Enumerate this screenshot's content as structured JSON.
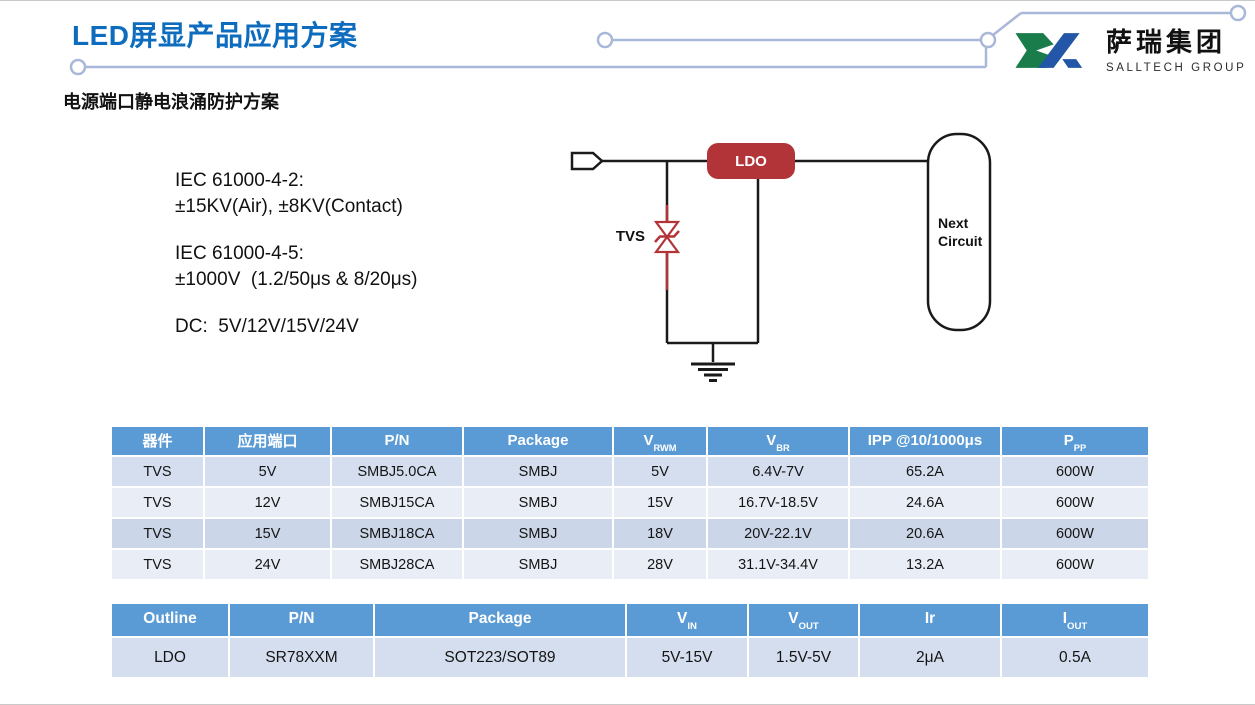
{
  "slide": {
    "title": "LED屏显产品应用方案",
    "subtitle": "电源端口静电浪涌防护方案"
  },
  "logo": {
    "name_cn": "萨瑞集团",
    "name_en": "SALLTECH GROUP"
  },
  "colors": {
    "title_blue": "#0d6cbe",
    "table_header_blue": "#5b9bd5",
    "tvs_red": "#b23438",
    "deco_line": "#a9b7d8",
    "logo_green": "#1a7c4b",
    "logo_blue": "#2356a6"
  },
  "specs": {
    "esd_standard": "IEC 61000-4-2:",
    "esd_value": "±15KV(Air), ±8KV(Contact)",
    "surge_standard": "IEC 61000-4-5:",
    "surge_value": "±1000V  (1.2/50μs & 8/20μs)",
    "dc_line": "DC:  5V/12V/15V/24V"
  },
  "circuit": {
    "tvs_label": "TVS",
    "ldo_label": "LDO",
    "next_circuit_line1": "Next",
    "next_circuit_line2": "Circuit"
  },
  "tvs_table": {
    "columns": [
      {
        "main": "器件",
        "sub": ""
      },
      {
        "main": "应用端口",
        "sub": ""
      },
      {
        "main": "P/N",
        "sub": ""
      },
      {
        "main": "Package",
        "sub": ""
      },
      {
        "main": "V",
        "sub": "RWM"
      },
      {
        "main": "V",
        "sub": "BR"
      },
      {
        "main": "IPP @10/1000μs",
        "sub": ""
      },
      {
        "main": "P",
        "sub": "PP"
      }
    ],
    "rows": [
      [
        "TVS",
        "5V",
        "SMBJ5.0CA",
        "SMBJ",
        "5V",
        "6.4V-7V",
        "65.2A",
        "600W"
      ],
      [
        "TVS",
        "12V",
        "SMBJ15CA",
        "SMBJ",
        "15V",
        "16.7V-18.5V",
        "24.6A",
        "600W"
      ],
      [
        "TVS",
        "15V",
        "SMBJ18CA",
        "SMBJ",
        "18V",
        "20V-22.1V",
        "20.6A",
        "600W"
      ],
      [
        "TVS",
        "24V",
        "SMBJ28CA",
        "SMBJ",
        "28V",
        "31.1V-34.4V",
        "13.2A",
        "600W"
      ]
    ]
  },
  "ldo_table": {
    "columns": [
      {
        "main": "Outline",
        "sub": ""
      },
      {
        "main": "P/N",
        "sub": ""
      },
      {
        "main": "Package",
        "sub": ""
      },
      {
        "main": "V",
        "sub": "IN"
      },
      {
        "main": "V",
        "sub": "OUT"
      },
      {
        "main": "Ir",
        "sub": ""
      },
      {
        "main": "I",
        "sub": "OUT"
      }
    ],
    "rows": [
      [
        "LDO",
        "SR78XXM",
        "SOT223/SOT89",
        "5V-15V",
        "1.5V-5V",
        "2μA",
        "0.5A"
      ]
    ]
  }
}
